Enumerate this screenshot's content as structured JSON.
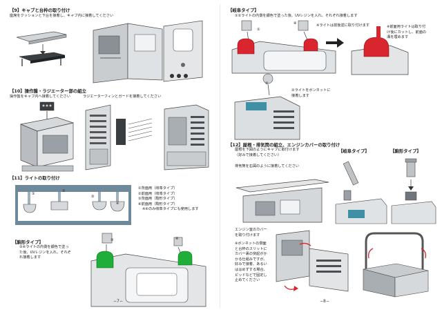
{
  "left": {
    "s9": {
      "title": "【9】キャブと台枠の取り付け",
      "desc": "座席をクッションと下台を接着し、キャブ内に接着してください"
    },
    "s10": {
      "title": "【10】操作盤・ラジエーター部の組立",
      "desc_a": "操作盤をキャブ内へ接着してください",
      "desc_b": "ラジエーターフィンとガードを接着してください"
    },
    "s11": {
      "title": "【11】ライトの取り付け",
      "markers": [
        "①",
        "②",
        "③",
        "④"
      ],
      "legend": [
        "①背面用（岐阜タイプ）",
        "②前面用（岐阜タイプ）",
        "③背面用（駒形タイプ）",
        "④前面用（駒形タイプ）",
        "※④のみ岐阜タイプにも使用します"
      ]
    },
    "koma": {
      "title": "【駒形タイプ】",
      "desc": [
        "③④ライトの内側を銀色で塗っ",
        "た後、UVレジンを入れ、それぞ",
        "れ接着します"
      ],
      "marker_3": "③",
      "marker_4": "④"
    },
    "page_no": "−7−"
  },
  "right": {
    "gifu": {
      "title": "【岐阜タイプ】",
      "desc": "①②ライトの内側を銀色で塗った後、UVレジンを入れ、それぞれ接着します",
      "marker_1": "①",
      "marker_4": "④",
      "note_a": "※ライトは前後逆に取り付けます",
      "note_b": [
        "※前面用ライトは取り付",
        "け後にカットし、前面の",
        "溝を埋めます"
      ],
      "marker_2": "②",
      "note_c": [
        "②ライトをボンネットに",
        "接着します"
      ]
    },
    "s12": {
      "title": "【12】屋根・排気筒の組立、エンジンカバーの取り付け",
      "desc": [
        "屋根を下図のようにキャブに取付けます",
        "（好みで接着してください）"
      ],
      "desc_b": "排気筒を右図のように接着してください",
      "label_gifu": "【岐阜タイプ】",
      "label_koma": "【駒形タイプ】",
      "engine": [
        "エンジン室のカバー",
        "を取り付けます"
      ],
      "note": [
        "※ボンネットの側面",
        "と台枠のスリットに",
        "カバー裏の突起がか",
        "かる仕組みですが、",
        "好みで接着、あるい",
        "ははめずする場合、",
        "ピッドなどで固定し",
        "止めてください"
      ]
    },
    "page_no": "−8−"
  },
  "colors": {
    "red": "#d8252e",
    "green": "#1fae3a",
    "part": "#cfd3d6",
    "part_dark": "#8d9398",
    "ink": "#333333"
  }
}
